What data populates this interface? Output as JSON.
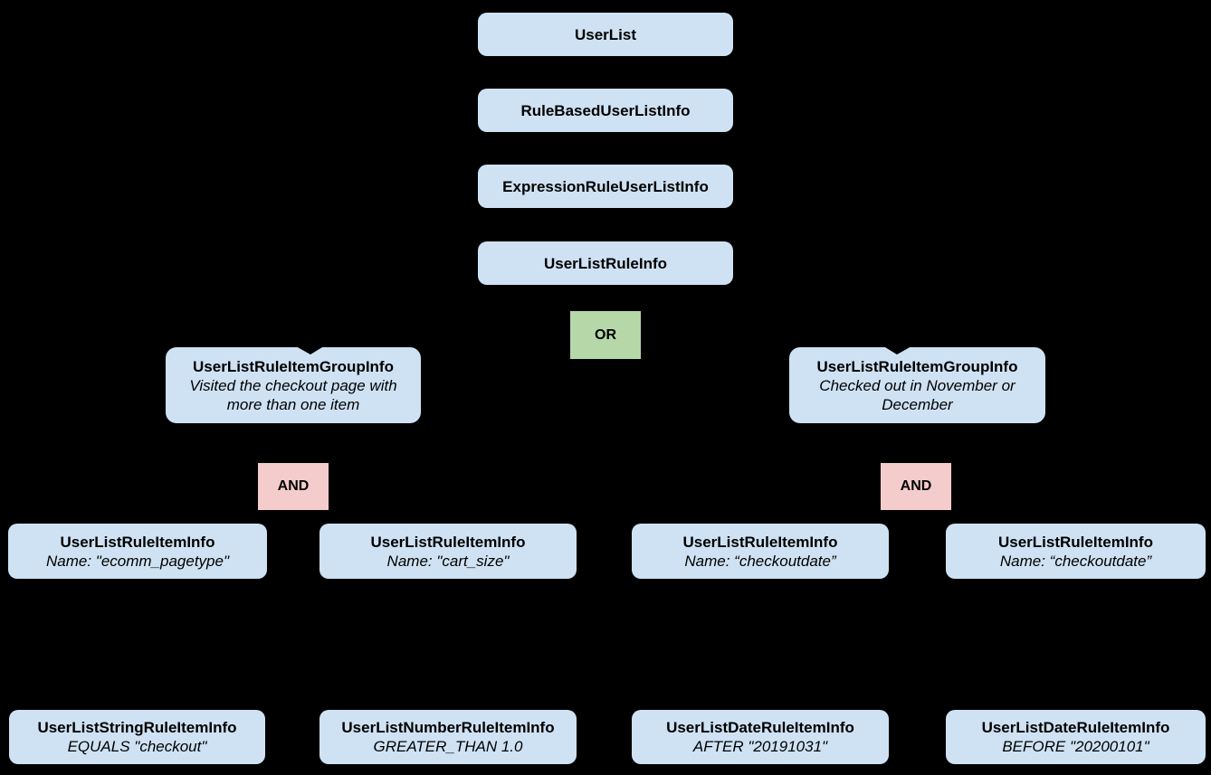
{
  "diagram": {
    "background_color": "#000000",
    "colors": {
      "node_fill": "#cfe2f3",
      "or_fill": "#b6d7a8",
      "and_fill": "#f4cccc",
      "text": "#000000",
      "connector": "#000000"
    },
    "nodes": {
      "userlist": {
        "title": "UserList"
      },
      "rule_based": {
        "title": "RuleBasedUserListInfo"
      },
      "expression_rule": {
        "title": "ExpressionRuleUserListInfo"
      },
      "userlist_rule": {
        "title": "UserListRuleInfo"
      },
      "or_operator": {
        "label": "OR"
      },
      "group_left": {
        "title": "UserListRuleItemGroupInfo",
        "subtitle": "Visited the checkout page with more than one item"
      },
      "group_right": {
        "title": "UserListRuleItemGroupInfo",
        "subtitle": "Checked out in November or December"
      },
      "and_left": {
        "label": "AND"
      },
      "and_right": {
        "label": "AND"
      },
      "item_ecomm": {
        "title": "UserListRuleItemInfo",
        "subtitle": "Name: \"ecomm_pagetype\""
      },
      "item_cart": {
        "title": "UserListRuleItemInfo",
        "subtitle": "Name: \"cart_size\""
      },
      "item_checkout1": {
        "title": "UserListRuleItemInfo",
        "subtitle": "Name: “checkoutdate”"
      },
      "item_checkout2": {
        "title": "UserListRuleItemInfo",
        "subtitle": "Name: “checkoutdate”"
      },
      "leaf_string": {
        "title": "UserListStringRuleItemInfo",
        "subtitle": "EQUALS \"checkout\""
      },
      "leaf_number": {
        "title": "UserListNumberRuleItemInfo",
        "subtitle": "GREATER_THAN 1.0"
      },
      "leaf_date_after": {
        "title": "UserListDateRuleItemInfo",
        "subtitle": "AFTER \"20191031\""
      },
      "leaf_date_before": {
        "title": "UserListDateRuleItemInfo",
        "subtitle": "BEFORE \"20200101\""
      }
    }
  }
}
